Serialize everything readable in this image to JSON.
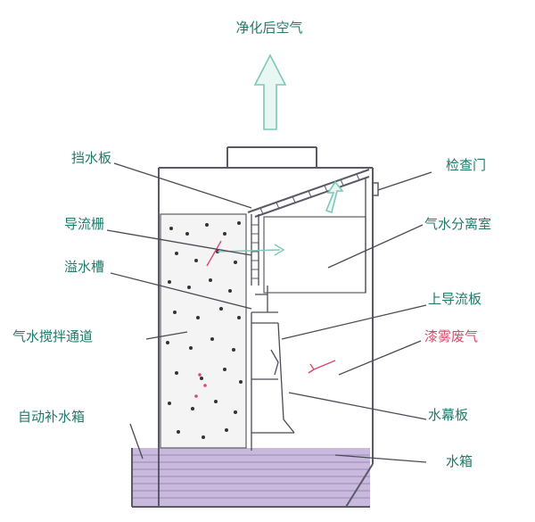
{
  "diagram": {
    "top_label": "净化后空气",
    "labels": {
      "mist_eliminator": "挡水板",
      "inspection_door": "检查门",
      "guide_grille": "导流栅",
      "separation_chamber": "气水分离室",
      "overflow_trough": "溢水槽",
      "upper_guide_plate": "上导流板",
      "mixing_channel": "气水搅拌通道",
      "paint_mist_gas": "漆雾废气",
      "auto_refill_tank": "自动补水箱",
      "water_curtain_plate": "水幕板",
      "water_tank": "水箱"
    },
    "colors": {
      "label": "#1f7a6a",
      "label_highlight": "#d94a6b",
      "water": "#b9a6cf",
      "arrow": "#7fc7b8",
      "outline": "#5a5a66"
    }
  }
}
